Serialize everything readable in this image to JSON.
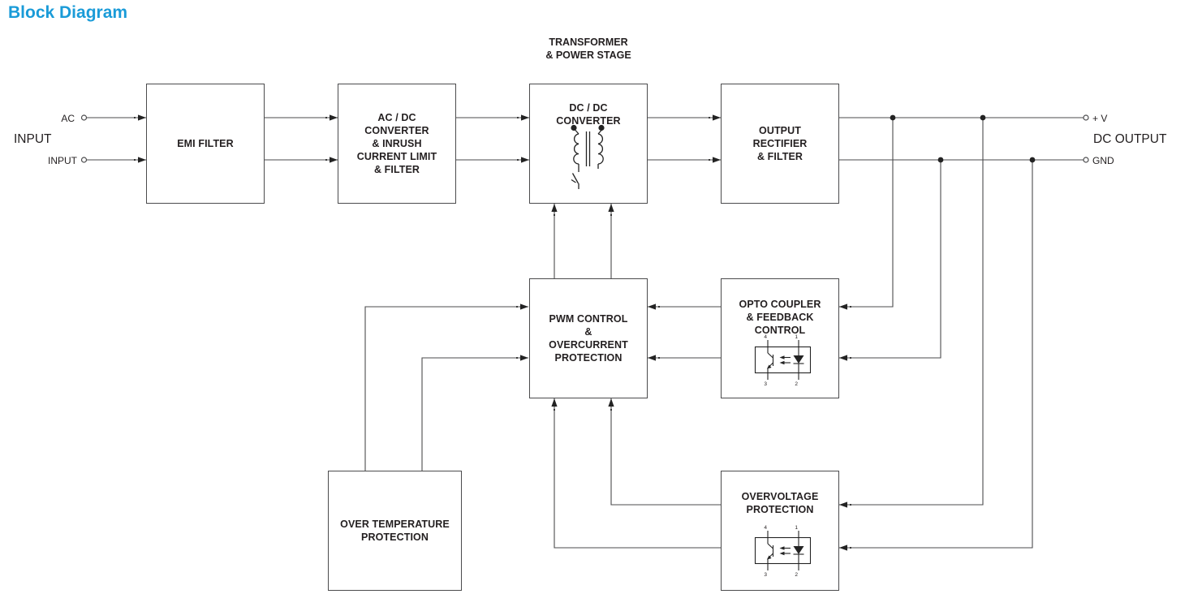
{
  "page": {
    "title": "Block Diagram"
  },
  "colors": {
    "accent": "#1a9bd8",
    "line": "#4b4b4d",
    "text": "#231f20"
  },
  "diagram": {
    "stage_label": [
      "TRANSFORMER",
      "& POWER STAGE"
    ],
    "blocks": {
      "emi_filter": {
        "lines": [
          "EMI FILTER"
        ]
      },
      "ac_dc_converter": {
        "lines": [
          "AC / DC",
          "CONVERTER",
          "& INRUSH",
          "CURRENT LIMIT",
          "& FILTER"
        ]
      },
      "dc_dc_converter": {
        "lines": [
          "DC / DC",
          "CONVERTER"
        ]
      },
      "output_rectifier": {
        "lines": [
          "OUTPUT",
          "RECTIFIER",
          "& FILTER"
        ]
      },
      "pwm_control": {
        "lines": [
          "PWM CONTROL",
          "&",
          "OVERCURRENT",
          "PROTECTION"
        ]
      },
      "opto_coupler": {
        "lines": [
          "OPTO COUPLER",
          "& FEEDBACK",
          "CONTROL"
        ]
      },
      "over_temperature": {
        "lines": [
          "OVER TEMPERATURE",
          "PROTECTION"
        ]
      },
      "overvoltage": {
        "lines": [
          "OVERVOLTAGE",
          "PROTECTION"
        ]
      }
    },
    "input": {
      "group_label": "INPUT",
      "terminal_top": "AC",
      "terminal_bottom": "INPUT"
    },
    "output": {
      "group_label": "DC OUTPUT",
      "terminal_top": "+ V",
      "terminal_bottom": "GND"
    },
    "optocoupler_pins": [
      "4",
      "1",
      "3",
      "2"
    ]
  }
}
